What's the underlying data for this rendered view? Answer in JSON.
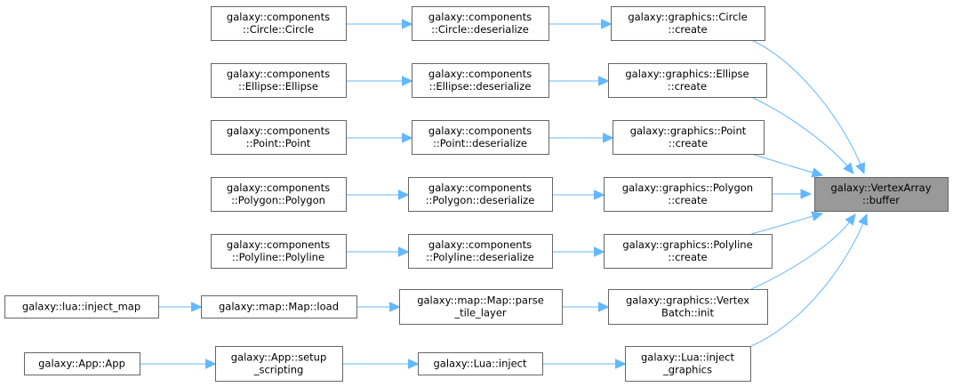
{
  "diagram": {
    "type": "doxygen-caller-graph",
    "target": "n_buffer",
    "colors": {
      "edge": "#63b8ff",
      "node_border": "#666666",
      "target_fill": "#999999",
      "node_fill": "#ffffff"
    },
    "nodes": [
      {
        "id": "n_buffer",
        "lines": [
          "galaxy::VertexArray",
          "::buffer"
        ]
      },
      {
        "id": "n_circle_create",
        "lines": [
          "galaxy::graphics::Circle",
          "::create"
        ]
      },
      {
        "id": "n_ellipse_create",
        "lines": [
          "galaxy::graphics::Ellipse",
          "::create"
        ]
      },
      {
        "id": "n_point_create",
        "lines": [
          "galaxy::graphics::Point",
          "::create"
        ]
      },
      {
        "id": "n_polygon_create",
        "lines": [
          "galaxy::graphics::Polygon",
          "::create"
        ]
      },
      {
        "id": "n_polyline_create",
        "lines": [
          "galaxy::graphics::Polyline",
          "::create"
        ]
      },
      {
        "id": "n_vbatch_init",
        "lines": [
          "galaxy::graphics::Vertex",
          "Batch::init"
        ]
      },
      {
        "id": "n_inject_graphics",
        "lines": [
          "galaxy::Lua::inject",
          "_graphics"
        ]
      },
      {
        "id": "n_circle_deser",
        "lines": [
          "galaxy::components",
          "::Circle::deserialize"
        ]
      },
      {
        "id": "n_ellipse_deser",
        "lines": [
          "galaxy::components",
          "::Ellipse::deserialize"
        ]
      },
      {
        "id": "n_point_deser",
        "lines": [
          "galaxy::components",
          "::Point::deserialize"
        ]
      },
      {
        "id": "n_polygon_deser",
        "lines": [
          "galaxy::components",
          "::Polygon::deserialize"
        ]
      },
      {
        "id": "n_polyline_deser",
        "lines": [
          "galaxy::components",
          "::Polyline::deserialize"
        ]
      },
      {
        "id": "n_parse_tile",
        "lines": [
          "galaxy::map::Map::parse",
          "_tile_layer"
        ]
      },
      {
        "id": "n_lua_inject",
        "lines": [
          "galaxy::Lua::inject"
        ]
      },
      {
        "id": "n_circle_ctor",
        "lines": [
          "galaxy::components",
          "::Circle::Circle"
        ]
      },
      {
        "id": "n_ellipse_ctor",
        "lines": [
          "galaxy::components",
          "::Ellipse::Ellipse"
        ]
      },
      {
        "id": "n_point_ctor",
        "lines": [
          "galaxy::components",
          "::Point::Point"
        ]
      },
      {
        "id": "n_polygon_ctor",
        "lines": [
          "galaxy::components",
          "::Polygon::Polygon"
        ]
      },
      {
        "id": "n_polyline_ctor",
        "lines": [
          "galaxy::components",
          "::Polyline::Polyline"
        ]
      },
      {
        "id": "n_map_load",
        "lines": [
          "galaxy::map::Map::load"
        ]
      },
      {
        "id": "n_setup_scripting",
        "lines": [
          "galaxy::App::setup",
          "_scripting"
        ]
      },
      {
        "id": "n_inject_map",
        "lines": [
          "galaxy::lua::inject_map"
        ]
      },
      {
        "id": "n_app_ctor",
        "lines": [
          "galaxy::App::App"
        ]
      }
    ],
    "edges": [
      {
        "from": "n_circle_ctor",
        "to": "n_circle_deser"
      },
      {
        "from": "n_circle_deser",
        "to": "n_circle_create"
      },
      {
        "from": "n_circle_create",
        "to": "n_buffer"
      },
      {
        "from": "n_ellipse_ctor",
        "to": "n_ellipse_deser"
      },
      {
        "from": "n_ellipse_deser",
        "to": "n_ellipse_create"
      },
      {
        "from": "n_ellipse_create",
        "to": "n_buffer"
      },
      {
        "from": "n_point_ctor",
        "to": "n_point_deser"
      },
      {
        "from": "n_point_deser",
        "to": "n_point_create"
      },
      {
        "from": "n_point_create",
        "to": "n_buffer"
      },
      {
        "from": "n_polygon_ctor",
        "to": "n_polygon_deser"
      },
      {
        "from": "n_polygon_deser",
        "to": "n_polygon_create"
      },
      {
        "from": "n_polygon_create",
        "to": "n_buffer"
      },
      {
        "from": "n_polyline_ctor",
        "to": "n_polyline_deser"
      },
      {
        "from": "n_polyline_deser",
        "to": "n_polyline_create"
      },
      {
        "from": "n_polyline_create",
        "to": "n_buffer"
      },
      {
        "from": "n_inject_map",
        "to": "n_map_load"
      },
      {
        "from": "n_map_load",
        "to": "n_parse_tile"
      },
      {
        "from": "n_parse_tile",
        "to": "n_vbatch_init"
      },
      {
        "from": "n_vbatch_init",
        "to": "n_buffer"
      },
      {
        "from": "n_app_ctor",
        "to": "n_setup_scripting"
      },
      {
        "from": "n_setup_scripting",
        "to": "n_lua_inject"
      },
      {
        "from": "n_lua_inject",
        "to": "n_inject_graphics"
      },
      {
        "from": "n_inject_graphics",
        "to": "n_buffer"
      }
    ]
  }
}
